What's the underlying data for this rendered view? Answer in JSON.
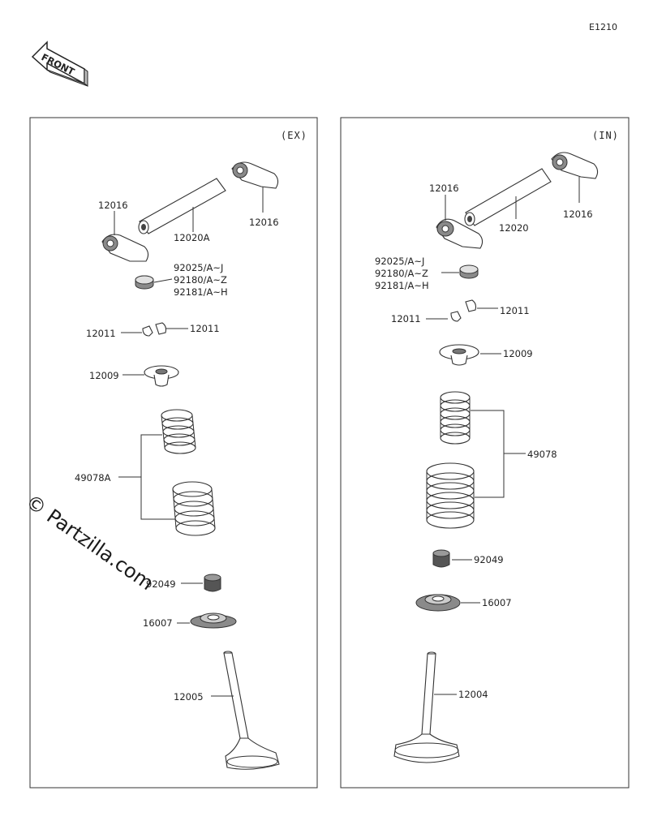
{
  "diagram_code": "E1210",
  "front_label": "FRONT",
  "watermark": "© Partzilla.com",
  "panels": {
    "ex": {
      "tag": "(EX)",
      "labels": {
        "rocker_left": "12016",
        "rocker_right": "12016",
        "shaft": "12020A",
        "shim_1": "92025/A~J",
        "shim_2": "92180/A~Z",
        "shim_3": "92181/A~H",
        "keeper_left": "12011",
        "keeper_right": "12011",
        "retainer": "12009",
        "springs": "49078A",
        "seal": "92049",
        "spring_seat": "16007",
        "valve": "12005"
      }
    },
    "in": {
      "tag": "(IN)",
      "labels": {
        "rocker_left": "12016",
        "rocker_right": "12016",
        "shaft": "12020",
        "shim_1": "92025/A~J",
        "shim_2": "92180/A~Z",
        "shim_3": "92181/A~H",
        "keeper_left": "12011",
        "keeper_right": "12011",
        "retainer": "12009",
        "springs": "49078",
        "seal": "92049",
        "spring_seat": "16007",
        "valve": "12004"
      }
    }
  }
}
